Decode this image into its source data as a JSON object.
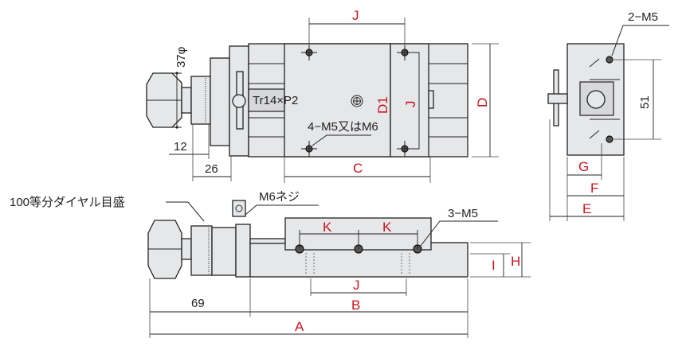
{
  "labels": {
    "dia37": "37φ",
    "tr14": "Tr14×P2",
    "holes4": "4−M5又はM6",
    "dim12": "12",
    "dim26": "26",
    "dial": "100等分ダイヤル目盛",
    "m6": "M6ネジ",
    "holes3": "3−M5",
    "dim69": "69",
    "holes2": "2−M5",
    "dim51": "51"
  },
  "dims": {
    "J": "J",
    "D1": "D1",
    "D": "D",
    "C": "C",
    "K": "K",
    "H": "H",
    "I": "I",
    "B": "B",
    "A": "A",
    "G": "G",
    "F": "F",
    "E": "E"
  },
  "colors": {
    "dimension_letter": "#c8161d",
    "body": "#e6e7e9"
  }
}
